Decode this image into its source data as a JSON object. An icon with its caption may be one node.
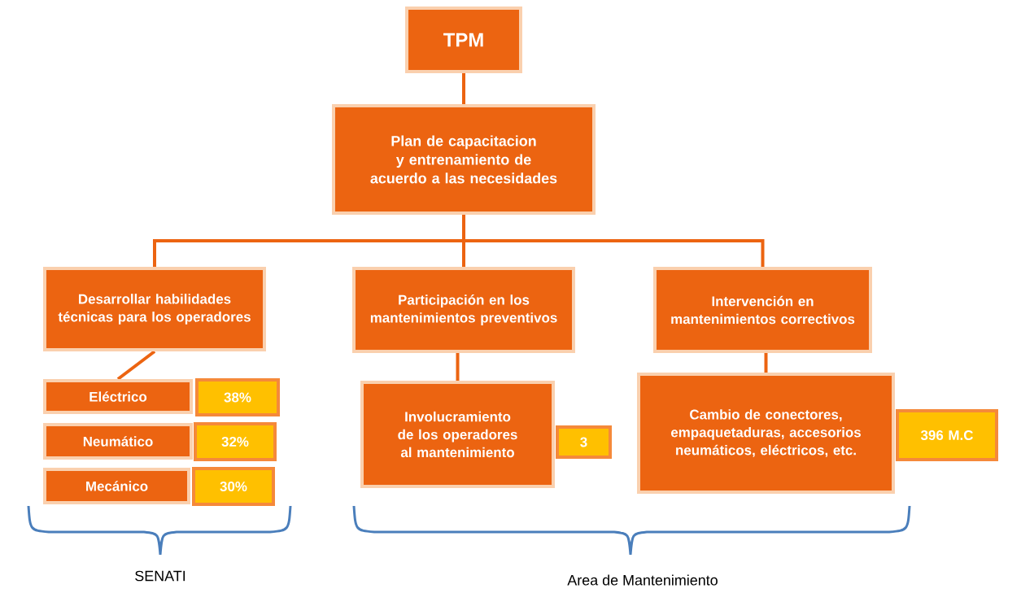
{
  "diagram": {
    "nodes": [
      {
        "text": [
          "TPM"
        ]
      },
      {
        "text": [
          "Plan de capacitacion y entrenamiento de acuerdo a las necesidades"
        ]
      },
      {
        "text": [
          "Desarrollar habilidades técnicas para los operadores"
        ]
      },
      {
        "text": [
          "Participación en los mantenimientos preventivos"
        ]
      },
      {
        "text": [
          "Intervención en mantenimientos correctivos"
        ]
      },
      {
        "text": [
          "Eléctrico"
        ]
      },
      {
        "text": [
          "38%"
        ]
      },
      {
        "text": [
          "Neumático"
        ]
      },
      {
        "text": [
          "32%"
        ]
      },
      {
        "text": [
          "Mecánico"
        ]
      },
      {
        "text": [
          "30%"
        ]
      },
      {
        "text": [
          "Involucramiento de los operadores al mantenimiento"
        ]
      },
      {
        "text": [
          "3"
        ]
      },
      {
        "text": [
          "Cambio de conectores, empaquetaduras, accesorios neumáticos, eléctricos, etc."
        ]
      },
      {
        "text": [
          "396 M.C"
        ]
      }
    ],
    "edges": [
      {
        "from": 0,
        "to": 1,
        "arrow": "none"
      },
      {
        "from": 1,
        "to": 2,
        "arrow": "none"
      },
      {
        "from": 1,
        "to": 3,
        "arrow": "none"
      },
      {
        "from": 1,
        "to": 4,
        "arrow": "none"
      },
      {
        "from": 2,
        "to": 5,
        "arrow": "none"
      },
      {
        "from": 3,
        "to": 11,
        "arrow": "none"
      },
      {
        "from": 4,
        "to": 13,
        "arrow": "none"
      }
    ],
    "labels": [
      "SENATI",
      "Area de Mantenimiento"
    ]
  }
}
